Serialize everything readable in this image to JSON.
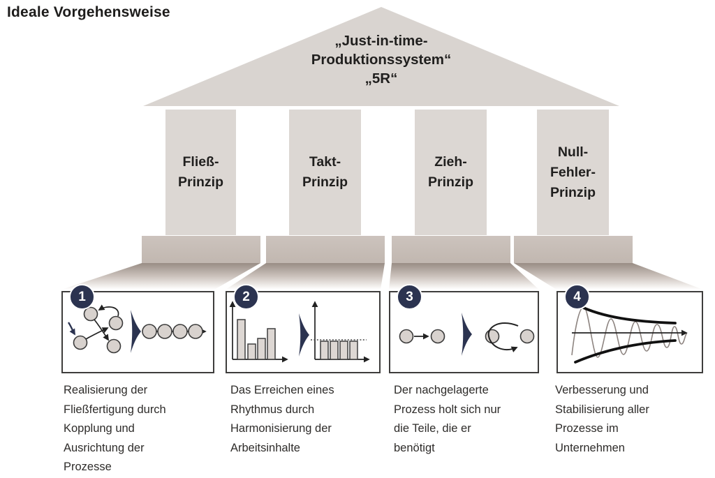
{
  "title": "Ideale Vorgehensweise",
  "palette": {
    "stone_light": "#dcd7d3",
    "stone_mid": "#c7bdb6",
    "shadow_taupe": "#998d85",
    "navy": "#2b3350",
    "text": "#201f1e"
  },
  "roof": {
    "lines": [
      "„Just-in-time-",
      "Produktionssystem“",
      "„5R“"
    ]
  },
  "pillars": [
    {
      "id": "fliess-prinzip",
      "label_lines": [
        "Fließ-",
        "Prinzip"
      ]
    },
    {
      "id": "takt-prinzip",
      "label_lines": [
        "Takt-",
        "Prinzip"
      ]
    },
    {
      "id": "zieh-prinzip",
      "label_lines": [
        "Zieh-",
        "Prinzip"
      ]
    },
    {
      "id": "null-fehler-prinzip",
      "label_lines": [
        "Null-",
        "Fehler-",
        "Prinzip"
      ]
    }
  ],
  "steps": [
    {
      "number": "1",
      "icon": "process-network-to-flow-icon",
      "description_lines": [
        "Realisierung der",
        "Fließfertigung durch",
        "Kopplung und",
        "Ausrichtung der",
        "Prozesse"
      ]
    },
    {
      "number": "2",
      "icon": "uneven-to-even-bars-icon",
      "description_lines": [
        "Das Erreichen eines",
        "Rhythmus durch",
        "Harmonisierung der",
        "Arbeitsinhalte",
        ""
      ]
    },
    {
      "number": "3",
      "icon": "push-to-pull-icon",
      "description_lines": [
        "Der nachgelagerte",
        "Prozess holt sich nur",
        "die Teile, die er",
        "benötigt",
        ""
      ]
    },
    {
      "number": "4",
      "icon": "damped-oscillation-icon",
      "description_lines": [
        "Verbesserung und",
        "Stabilisierung aller",
        "Prozesse im",
        "Unternehmen",
        ""
      ]
    }
  ]
}
